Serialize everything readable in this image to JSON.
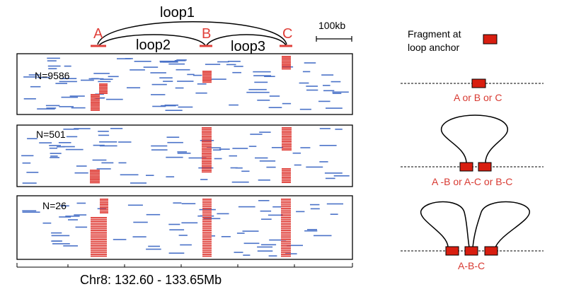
{
  "loops": {
    "loop1": "loop1",
    "loop2": "loop2",
    "loop3": "loop3"
  },
  "anchors": {
    "a": "A",
    "b": "B",
    "c": "C"
  },
  "scale_bar_label": "100kb",
  "panels": [
    {
      "count_label": "N=9586"
    },
    {
      "count_label": "N=501"
    },
    {
      "count_label": "N=26"
    }
  ],
  "x_axis_label": "Chr8: 132.60 - 133.65Mb",
  "legend": {
    "line1": "Fragment at",
    "line2": "loop anchor"
  },
  "schematics": [
    {
      "caption": "A or B or C"
    },
    {
      "caption": "A -B or A-C  or B-C"
    },
    {
      "caption": "A-B-C"
    }
  ],
  "colors": {
    "anchor_red": "#e0403a",
    "fragment_blue": "#4a72c8",
    "anchor_box": "#d81e10",
    "text_red": "#d83a32"
  }
}
